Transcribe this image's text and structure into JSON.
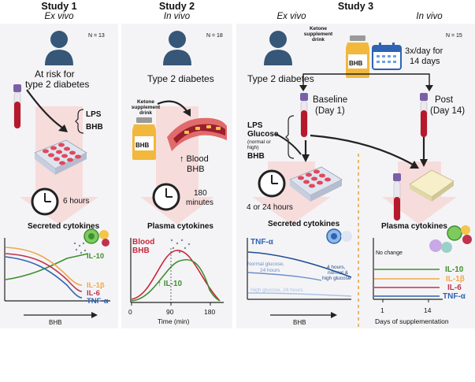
{
  "study1": {
    "title": "Study 1",
    "subtitle": "Ex vivo",
    "n": "N = 13",
    "population_line1": "At risk for",
    "population_line2": "type 2 diabetes",
    "stim1": "LPS",
    "stim2": "BHB",
    "time": "6 hours",
    "outcome": "Secreted cytokines",
    "chart": {
      "xlabel": "BHB",
      "series": [
        "IL-10",
        "IL-1β",
        "IL-6",
        "TNF-α"
      ]
    }
  },
  "study2": {
    "title": "Study 2",
    "subtitle": "In vivo",
    "n": "N = 18",
    "population": "Type 2 diabetes",
    "drink_line1": "Ketone",
    "drink_line2": "supplement",
    "drink_line3": "drink",
    "bottle_label": "BHB",
    "blood_line1": "↑ Blood",
    "blood_line2": "BHB",
    "time_line1": "180",
    "time_line2": "minutes",
    "outcome": "Plasma cytokines",
    "chart": {
      "legend1": "Blood",
      "legend2": "BHB",
      "annotation": "↑ IL-10",
      "xlabel": "Time (min)",
      "xticks": [
        "0",
        "90",
        "180"
      ]
    }
  },
  "study3": {
    "title": "Study 3",
    "subtitle_left": "Ex vivo",
    "subtitle_right": "In vivo",
    "n": "N = 15",
    "drink_line1": "Ketone",
    "drink_line2": "supplement",
    "drink_line3": "drink",
    "bottle_label": "BHB",
    "dosing_line1": "3x/day for",
    "dosing_line2": "14 days",
    "population": "Type 2 diabetes",
    "baseline_line1": "Baseline",
    "baseline_line2": "(Day 1)",
    "post_line1": "Post",
    "post_line2": "(Day 14)",
    "stim1": "LPS",
    "stim2": "Glucose",
    "stim2_note": "(normal or high)",
    "stim3": "BHB",
    "time": "4 or 24 hours",
    "outcome_left": "Secreted cytokines",
    "outcome_right": "Plasma cytokines",
    "chart_left": {
      "title": "TNF-α",
      "note1_line1": "Normal glucose,",
      "note1_line2": "24 hours",
      "note2_line1": "4 hours,",
      "note2_line2": "normal &",
      "note2_line3": "high glucose",
      "note3": "High glucose, 24 hours",
      "xlabel": "BHB"
    },
    "chart_right": {
      "note": "No change",
      "series": [
        "IL-10",
        "IL-1β",
        "IL-6",
        "TNF-α"
      ],
      "xticks": [
        "1",
        "14"
      ],
      "xlabel": "Days of supplementation"
    }
  },
  "colors": {
    "il10": "#3f8f2f",
    "il1b": "#f0a84a",
    "il6": "#c0334d",
    "tnfa": "#2f63b4",
    "blood": "#c8283c",
    "person": "#365777"
  }
}
